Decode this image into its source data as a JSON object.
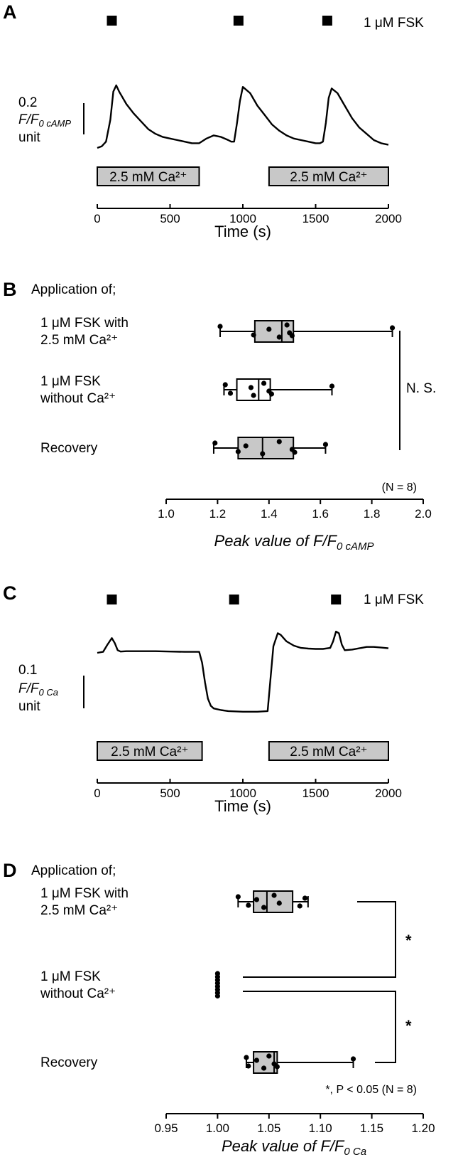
{
  "colors": {
    "box_fill": "#c8c8c8",
    "ink": "#000000",
    "bar_fill": "#c8c8c8"
  },
  "chart_data": [
    {
      "panel": "A",
      "type": "line",
      "title": "",
      "xlabel": "Time (s)",
      "ylabel": "",
      "xlim": [
        0,
        2000
      ],
      "xticks": [
        "0",
        "500",
        "1000",
        "1500",
        "2000"
      ],
      "stimulus_label": "1 μM FSK",
      "stimulus_times": [
        100,
        970,
        1580
      ],
      "scalebar": {
        "value": "0.2",
        "unit_line1": "F/F",
        "unit_sub": "0 cAMP",
        "unit_line2": "unit",
        "value_num": 0.2
      },
      "ca_bars": [
        {
          "label": "2.5 mM Ca²⁺",
          "start": 0,
          "end": 700
        },
        {
          "label": "2.5 mM Ca²⁺",
          "start": 1180,
          "end": 2000
        }
      ],
      "series": [
        {
          "x": [
            0,
            30,
            60,
            90,
            110,
            130,
            150,
            200,
            250,
            300,
            350,
            400,
            450,
            500,
            550,
            600,
            650,
            700,
            750,
            800,
            850,
            900,
            920,
            940,
            960,
            980,
            1000,
            1050,
            1100,
            1150,
            1200,
            1250,
            1300,
            1350,
            1400,
            1450,
            1500,
            1530,
            1550,
            1570,
            1590,
            1610,
            1650,
            1700,
            1750,
            1800,
            1850,
            1900,
            1950,
            2000
          ],
          "y": [
            0.0,
            0.01,
            0.04,
            0.18,
            0.36,
            0.4,
            0.36,
            0.28,
            0.22,
            0.17,
            0.12,
            0.09,
            0.07,
            0.06,
            0.05,
            0.04,
            0.03,
            0.03,
            0.06,
            0.08,
            0.07,
            0.05,
            0.04,
            0.04,
            0.16,
            0.3,
            0.39,
            0.35,
            0.27,
            0.21,
            0.15,
            0.11,
            0.08,
            0.06,
            0.05,
            0.04,
            0.03,
            0.03,
            0.04,
            0.16,
            0.32,
            0.38,
            0.35,
            0.27,
            0.19,
            0.13,
            0.09,
            0.05,
            0.03,
            0.02
          ]
        }
      ]
    },
    {
      "panel": "B",
      "type": "box",
      "heading": "Application of;",
      "xlabel": "Peak value of F/F",
      "xlabel_sub": "0 cAMP",
      "xlim": [
        1.0,
        2.0
      ],
      "xticks": [
        "1.0",
        "1.2",
        "1.4",
        "1.6",
        "1.8",
        "2.0"
      ],
      "categories": [
        [
          "1 μM FSK with",
          "2.5 mM Ca²⁺"
        ],
        [
          "1 μM FSK",
          "without Ca²⁺"
        ],
        [
          "Recovery"
        ]
      ],
      "series": [
        {
          "q1": 1.345,
          "median": 1.45,
          "q3": 1.495,
          "min": 1.21,
          "max": 1.88,
          "fill": "gray",
          "points": [
            1.21,
            1.34,
            1.4,
            1.44,
            1.47,
            1.48,
            1.49,
            1.88
          ]
        },
        {
          "q1": 1.275,
          "median": 1.36,
          "q3": 1.405,
          "min": 1.225,
          "max": 1.645,
          "fill": "white",
          "points": [
            1.23,
            1.25,
            1.33,
            1.34,
            1.38,
            1.4,
            1.41,
            1.645
          ]
        },
        {
          "q1": 1.28,
          "median": 1.375,
          "q3": 1.495,
          "min": 1.185,
          "max": 1.62,
          "fill": "gray",
          "points": [
            1.19,
            1.28,
            1.31,
            1.375,
            1.44,
            1.49,
            1.5,
            1.62
          ]
        }
      ],
      "significance": "N. S.",
      "n_label": "(N = 8)"
    },
    {
      "panel": "C",
      "type": "line",
      "title": "",
      "xlabel": "Time (s)",
      "ylabel": "",
      "xlim": [
        0,
        2000
      ],
      "xticks": [
        "0",
        "500",
        "1000",
        "1500",
        "2000"
      ],
      "stimulus_label": "1 μM FSK",
      "stimulus_times": [
        100,
        940,
        1640
      ],
      "scalebar": {
        "value": "0.1",
        "unit_line1": "F/F",
        "unit_sub": "0 Ca",
        "unit_line2": "unit",
        "value_num": 0.1
      },
      "ca_bars": [
        {
          "label": "2.5 mM Ca²⁺",
          "start": 0,
          "end": 720
        },
        {
          "label": "2.5 mM Ca²⁺",
          "start": 1180,
          "end": 2000
        }
      ],
      "series": [
        {
          "x": [
            0,
            40,
            70,
            100,
            120,
            140,
            160,
            200,
            300,
            400,
            500,
            600,
            700,
            720,
            740,
            760,
            780,
            800,
            850,
            900,
            1000,
            1100,
            1170,
            1190,
            1210,
            1240,
            1260,
            1300,
            1350,
            1400,
            1450,
            1500,
            1550,
            1600,
            1620,
            1640,
            1660,
            1680,
            1700,
            1750,
            1800,
            1850,
            1900,
            1950,
            2000
          ],
          "y": [
            0.0,
            0.003,
            0.025,
            0.045,
            0.03,
            0.008,
            0.004,
            0.005,
            0.005,
            0.005,
            0.004,
            0.003,
            0.003,
            -0.03,
            -0.09,
            -0.14,
            -0.162,
            -0.17,
            -0.175,
            -0.178,
            -0.18,
            -0.18,
            -0.178,
            -0.08,
            0.02,
            0.06,
            0.055,
            0.035,
            0.022,
            0.015,
            0.013,
            0.012,
            0.012,
            0.015,
            0.035,
            0.065,
            0.06,
            0.025,
            0.008,
            0.01,
            0.014,
            0.018,
            0.018,
            0.016,
            0.014
          ]
        }
      ]
    },
    {
      "panel": "D",
      "type": "box",
      "heading": "Application of;",
      "xlabel": "Peak value of F/F",
      "xlabel_sub": "0 Ca",
      "xlim": [
        0.95,
        1.2
      ],
      "xticks": [
        "0.95",
        "1.00",
        "1.05",
        "1.10",
        "1.15",
        "1.20"
      ],
      "categories": [
        [
          "1 μM FSK with",
          "2.5 mM Ca²⁺"
        ],
        [
          "1 μM FSK",
          "without Ca²⁺"
        ],
        [
          "Recovery"
        ]
      ],
      "series": [
        {
          "q1": 1.035,
          "median": 1.048,
          "q3": 1.073,
          "min": 1.02,
          "max": 1.088,
          "fill": "gray",
          "points": [
            1.02,
            1.03,
            1.038,
            1.045,
            1.055,
            1.06,
            1.08,
            1.085
          ]
        },
        {
          "q1": 1.0,
          "median": 1.0,
          "q3": 1.0,
          "min": 1.0,
          "max": 1.0,
          "fill": "none",
          "points": [
            1.0,
            1.0,
            1.0,
            1.0,
            1.0,
            1.0,
            1.0,
            1.0
          ]
        },
        {
          "q1": 1.035,
          "median": 1.055,
          "q3": 1.058,
          "min": 1.028,
          "max": 1.132,
          "fill": "gray",
          "points": [
            1.028,
            1.03,
            1.038,
            1.045,
            1.05,
            1.055,
            1.058,
            1.132
          ]
        }
      ],
      "significance": [
        "*",
        "*"
      ],
      "n_label": "*, P < 0.05 (N = 8)"
    }
  ],
  "panel_letters": [
    "A",
    "B",
    "C",
    "D"
  ]
}
